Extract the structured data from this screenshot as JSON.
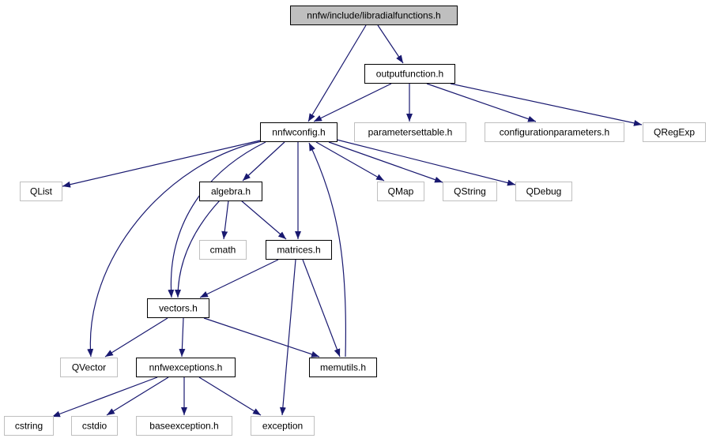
{
  "graph": {
    "nodes": [
      {
        "id": "root",
        "label": "nnfw/include/libradialfunctions.h",
        "style": "root"
      },
      {
        "id": "outputfunction",
        "label": "outputfunction.h",
        "style": "doc"
      },
      {
        "id": "nnfwconfig",
        "label": "nnfwconfig.h",
        "style": "doc"
      },
      {
        "id": "parametersettable",
        "label": "parametersettable.h",
        "style": "ext"
      },
      {
        "id": "configurationparameters",
        "label": "configurationparameters.h",
        "style": "ext"
      },
      {
        "id": "qregexp",
        "label": "QRegExp",
        "style": "ext"
      },
      {
        "id": "qlist",
        "label": "QList",
        "style": "ext"
      },
      {
        "id": "algebra",
        "label": "algebra.h",
        "style": "doc"
      },
      {
        "id": "qmap",
        "label": "QMap",
        "style": "ext"
      },
      {
        "id": "qstring",
        "label": "QString",
        "style": "ext"
      },
      {
        "id": "qdebug",
        "label": "QDebug",
        "style": "ext"
      },
      {
        "id": "cmath",
        "label": "cmath",
        "style": "ext"
      },
      {
        "id": "matrices",
        "label": "matrices.h",
        "style": "doc"
      },
      {
        "id": "vectors",
        "label": "vectors.h",
        "style": "doc"
      },
      {
        "id": "qvector",
        "label": "QVector",
        "style": "ext"
      },
      {
        "id": "nnfwexceptions",
        "label": "nnfwexceptions.h",
        "style": "doc"
      },
      {
        "id": "memutils",
        "label": "memutils.h",
        "style": "doc"
      },
      {
        "id": "cstring",
        "label": "cstring",
        "style": "ext"
      },
      {
        "id": "cstdio",
        "label": "cstdio",
        "style": "ext"
      },
      {
        "id": "baseexception",
        "label": "baseexception.h",
        "style": "ext"
      },
      {
        "id": "exception",
        "label": "exception",
        "style": "ext"
      }
    ],
    "edges": [
      {
        "from": "root",
        "to": "outputfunction"
      },
      {
        "from": "root",
        "to": "nnfwconfig"
      },
      {
        "from": "outputfunction",
        "to": "nnfwconfig"
      },
      {
        "from": "outputfunction",
        "to": "parametersettable"
      },
      {
        "from": "outputfunction",
        "to": "configurationparameters"
      },
      {
        "from": "outputfunction",
        "to": "qregexp"
      },
      {
        "from": "nnfwconfig",
        "to": "qlist"
      },
      {
        "from": "nnfwconfig",
        "to": "algebra"
      },
      {
        "from": "nnfwconfig",
        "to": "qmap"
      },
      {
        "from": "nnfwconfig",
        "to": "qstring"
      },
      {
        "from": "nnfwconfig",
        "to": "qdebug"
      },
      {
        "from": "nnfwconfig",
        "to": "matrices"
      },
      {
        "from": "nnfwconfig",
        "to": "vectors"
      },
      {
        "from": "nnfwconfig",
        "to": "qvector"
      },
      {
        "from": "algebra",
        "to": "cmath"
      },
      {
        "from": "algebra",
        "to": "matrices"
      },
      {
        "from": "algebra",
        "to": "vectors"
      },
      {
        "from": "matrices",
        "to": "vectors"
      },
      {
        "from": "matrices",
        "to": "memutils"
      },
      {
        "from": "matrices",
        "to": "exception"
      },
      {
        "from": "vectors",
        "to": "qvector"
      },
      {
        "from": "vectors",
        "to": "nnfwexceptions"
      },
      {
        "from": "vectors",
        "to": "memutils"
      },
      {
        "from": "memutils",
        "to": "nnfwconfig"
      },
      {
        "from": "nnfwexceptions",
        "to": "cstring"
      },
      {
        "from": "nnfwexceptions",
        "to": "cstdio"
      },
      {
        "from": "nnfwexceptions",
        "to": "baseexception"
      },
      {
        "from": "nnfwexceptions",
        "to": "exception"
      }
    ]
  },
  "colors": {
    "edge": "#191970",
    "root_fill": "#bfbfbf",
    "doc_border": "#000000",
    "ext_border": "#bfbfbf",
    "text": "#000000"
  }
}
